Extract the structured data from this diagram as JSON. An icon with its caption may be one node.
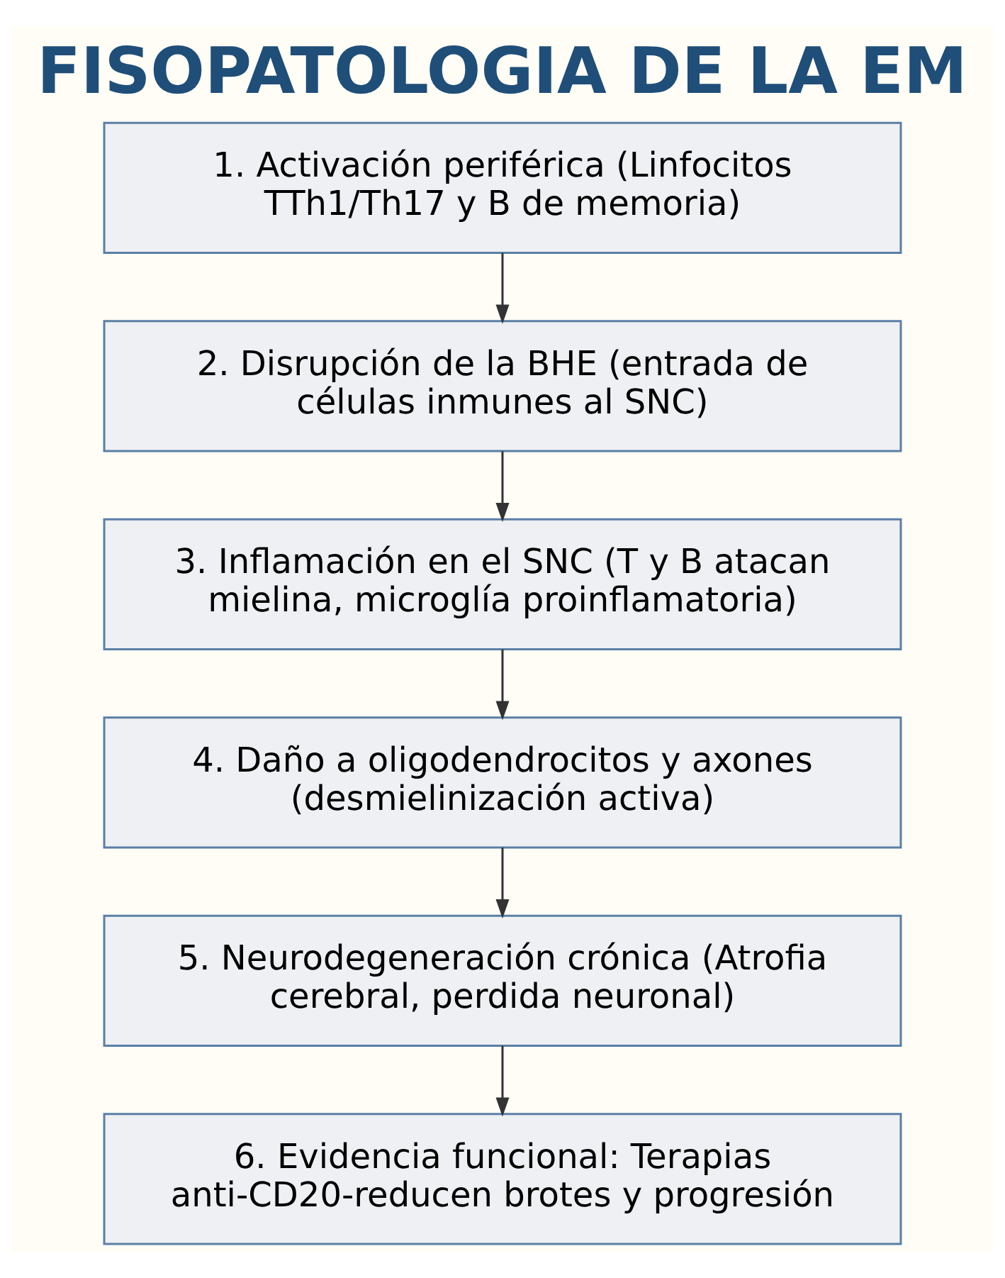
{
  "diagram": {
    "title": "FISOPATOLOGIA DE LA EM",
    "nodes": [
      {
        "text": [
          "1. Activación periférica (Linfocitos TTh1/Th17 y B de memoria)"
        ]
      },
      {
        "text": [
          "2. Disrupción de la BHE (entrada de células inmunes al SNC)"
        ]
      },
      {
        "text": [
          "3. Inflamación en el SNC (T y B atacan mielina, microglía proinflamatoria)"
        ]
      },
      {
        "text": [
          "4. Daño a oligodendrocitos y axones (desmielinización activa)"
        ]
      },
      {
        "text": [
          "5. Neurodegeneración crónica (Atrofia cerebral, perdida neuronal)"
        ]
      },
      {
        "text": [
          "6. Evidencia funcional: Terapias anti-CD20-reducen brotes y progresión"
        ]
      }
    ],
    "edges": [
      {
        "from": 0,
        "to": 1,
        "arrow": "to"
      },
      {
        "from": 1,
        "to": 2,
        "arrow": "to"
      },
      {
        "from": 2,
        "to": 3,
        "arrow": "to"
      },
      {
        "from": 3,
        "to": 4,
        "arrow": "to"
      },
      {
        "from": 4,
        "to": 5,
        "arrow": "to"
      }
    ]
  }
}
